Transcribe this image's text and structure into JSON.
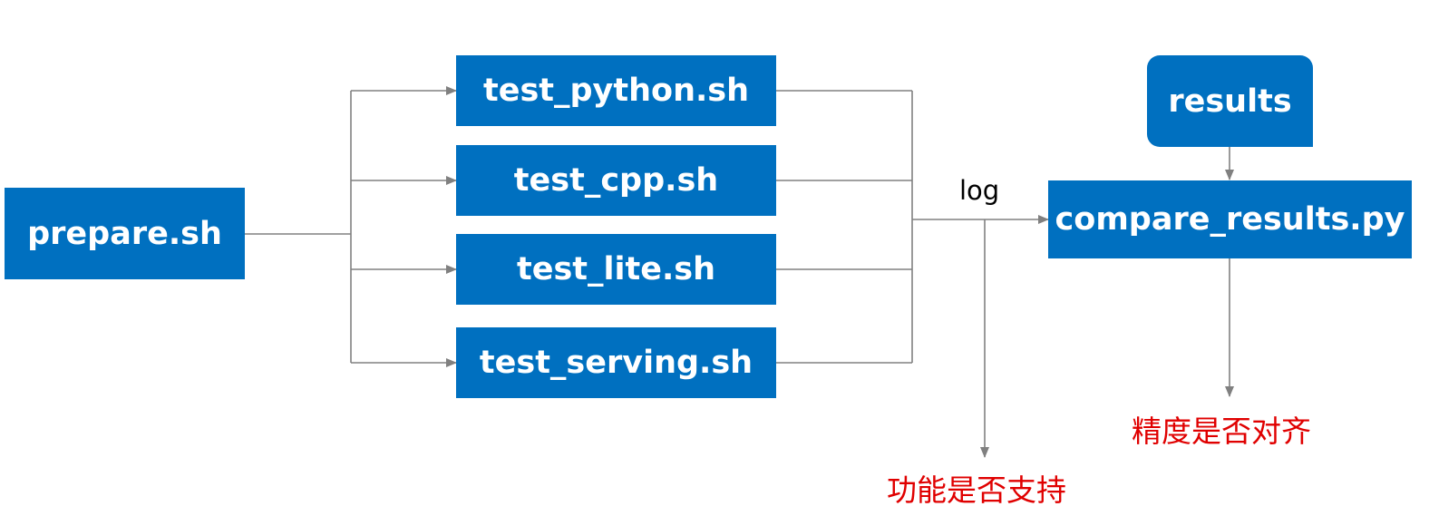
{
  "nodes": {
    "prepare": "prepare.sh",
    "test_python": "test_python.sh",
    "test_cpp": "test_cpp.sh",
    "test_lite": "test_lite.sh",
    "test_serving": "test_serving.sh",
    "results": "results",
    "compare": "compare_results.py"
  },
  "labels": {
    "log": "log",
    "function_support": "功能是否支持",
    "accuracy_aligned": "精度是否对齐"
  },
  "colors": {
    "box_fill": "#0070C0",
    "box_text": "#ffffff",
    "connector": "#808080",
    "highlight_text": "#E00000"
  }
}
